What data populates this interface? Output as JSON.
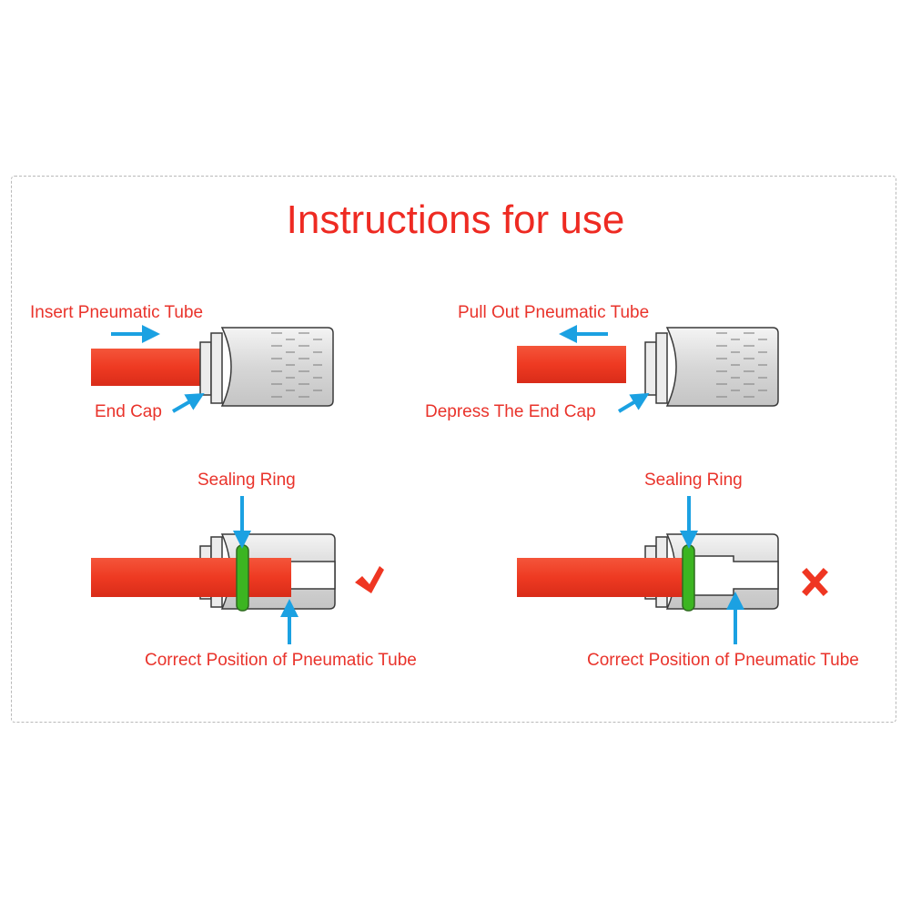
{
  "title": "Instructions for use",
  "colors": {
    "title": "#ee2a22",
    "label": "#e9332b",
    "tube": "#ef3f23",
    "arrow": "#1ba1e2",
    "sealing_ring": "#3cb521",
    "fitting_body": "#e2e2e2",
    "outline": "#3a3a3a"
  },
  "icons": {
    "correct": "check-mark-icon",
    "incorrect": "cross-mark-icon"
  },
  "steps": [
    {
      "id": "insert",
      "labels": {
        "action": "Insert Pneumatic Tube",
        "part": "End Cap"
      }
    },
    {
      "id": "remove",
      "labels": {
        "action": "Pull Out Pneumatic Tube",
        "part": "Depress The End Cap"
      }
    },
    {
      "id": "correct",
      "labels": {
        "ring": "Sealing Ring",
        "position": "Correct Position of Pneumatic Tube"
      },
      "result": "correct"
    },
    {
      "id": "incorrect",
      "labels": {
        "ring": "Sealing Ring",
        "position": "Correct Position of Pneumatic Tube"
      },
      "result": "incorrect"
    }
  ]
}
